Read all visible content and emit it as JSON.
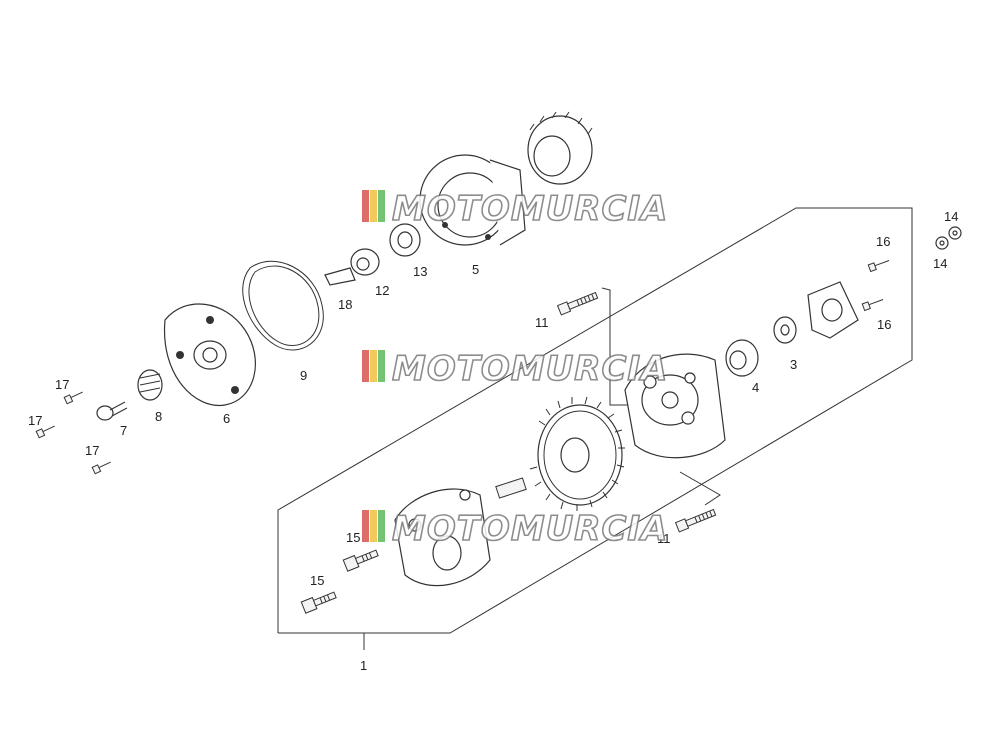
{
  "diagram": {
    "labels": {
      "l1": "1",
      "l3": "3",
      "l4": "4",
      "l5": "5",
      "l6": "6",
      "l7": "7",
      "l8": "8",
      "l9": "9",
      "l11a": "11",
      "l11b": "11",
      "l12": "12",
      "l13": "13",
      "l14a": "14",
      "l14b": "14",
      "l15a": "15",
      "l15b": "15",
      "l16a": "16",
      "l16b": "16",
      "l17a": "17",
      "l17b": "17",
      "l17c": "17",
      "l18": "18"
    },
    "watermark": {
      "text": "MOTOMURCIA",
      "colors": [
        "#d9534f",
        "#f0c040",
        "#5cb85c"
      ]
    }
  }
}
